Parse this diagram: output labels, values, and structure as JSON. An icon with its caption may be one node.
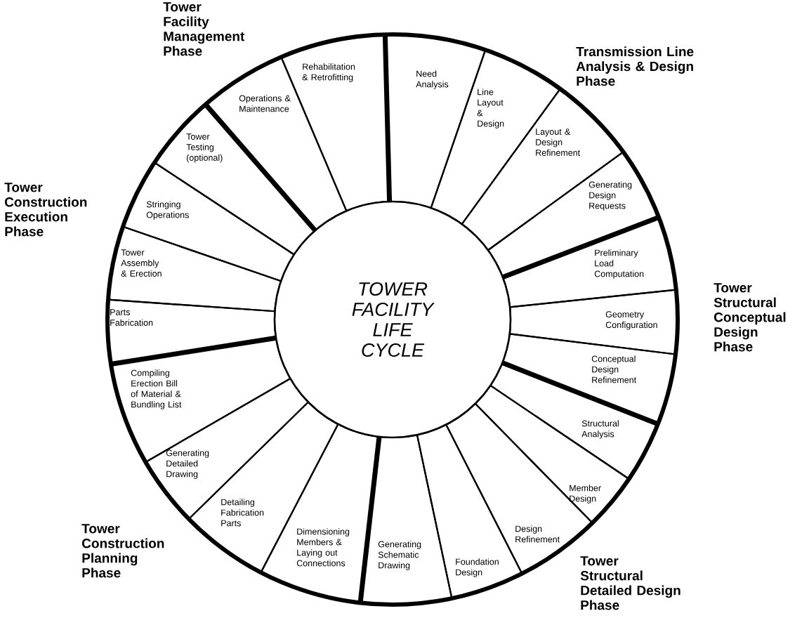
{
  "diagram": {
    "nodes": [
      {
        "text": [
          "TOWER FACILITY LIFE CYCLE"
        ]
      },
      {
        "text": [
          "Need Analysis"
        ]
      },
      {
        "text": [
          "Line Layout & Design"
        ]
      },
      {
        "text": [
          "Layout & Design Refinement"
        ]
      },
      {
        "text": [
          "Generating Design Requests"
        ]
      },
      {
        "text": [
          "Preliminary Load Computation"
        ]
      },
      {
        "text": [
          "Geometry Configuration"
        ]
      },
      {
        "text": [
          "Conceptual Design Refinement"
        ]
      },
      {
        "text": [
          "Structural Analysis"
        ]
      },
      {
        "text": [
          "Member Design"
        ]
      },
      {
        "text": [
          "Design Refinement"
        ]
      },
      {
        "text": [
          "Foundation Design"
        ]
      },
      {
        "text": [
          "Generating Schematic Drawing"
        ]
      },
      {
        "text": [
          "Dimensioning Members & Laying out Connections"
        ]
      },
      {
        "text": [
          "Detailing Fabrication Parts"
        ]
      },
      {
        "text": [
          "Generating Detailed Drawing"
        ]
      },
      {
        "text": [
          "Compiling Erection Bill of Material & Bundling List"
        ]
      },
      {
        "text": [
          "Parts Fabrication"
        ]
      },
      {
        "text": [
          "Tower Assembly & Erection"
        ]
      },
      {
        "text": [
          "Stringing Operations"
        ]
      },
      {
        "text": [
          "Tower Testing (optional)"
        ]
      },
      {
        "text": [
          "Operations & Maintenance"
        ]
      },
      {
        "text": [
          "Rehabilitation & Retrofitting"
        ]
      }
    ],
    "labels": [
      "Tower Facility Management Phase",
      "Transmission Line Analysis & Design Phase",
      "Tower Construction Execution Phase",
      "Tower Structural Conceptual Design Phase",
      "Tower Construction Planning Phase",
      "Tower Structural Detailed Design Phase"
    ]
  }
}
